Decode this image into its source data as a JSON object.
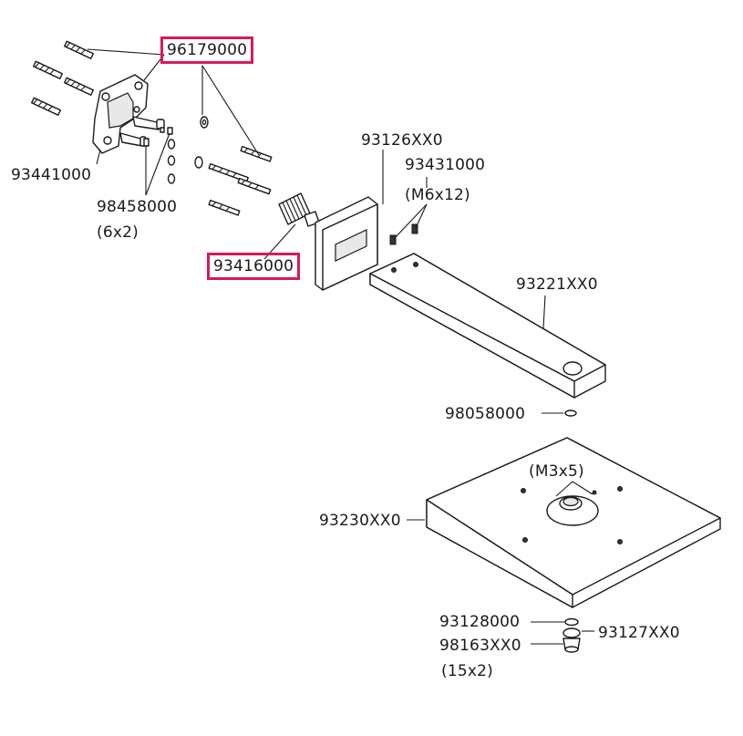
{
  "labels": {
    "screw_set": "96179000",
    "wall_bracket": "93441000",
    "screw_small": "98458000",
    "screw_small_qty": "(6x2)",
    "connector": "93416000",
    "rosette": "93126XX0",
    "set_screw": "93431000",
    "set_screw_size": "(M6x12)",
    "shower_arm": "93221XX0",
    "washer": "98058000",
    "head_screw_size": "(M3x5)",
    "shower_head": "93230XX0",
    "nozzle_ring": "93128000",
    "ball_joint": "93127XX0",
    "nozzle": "98163XX0",
    "nozzle_qty": "(15x2)"
  },
  "highlight_color": "#d6195e"
}
